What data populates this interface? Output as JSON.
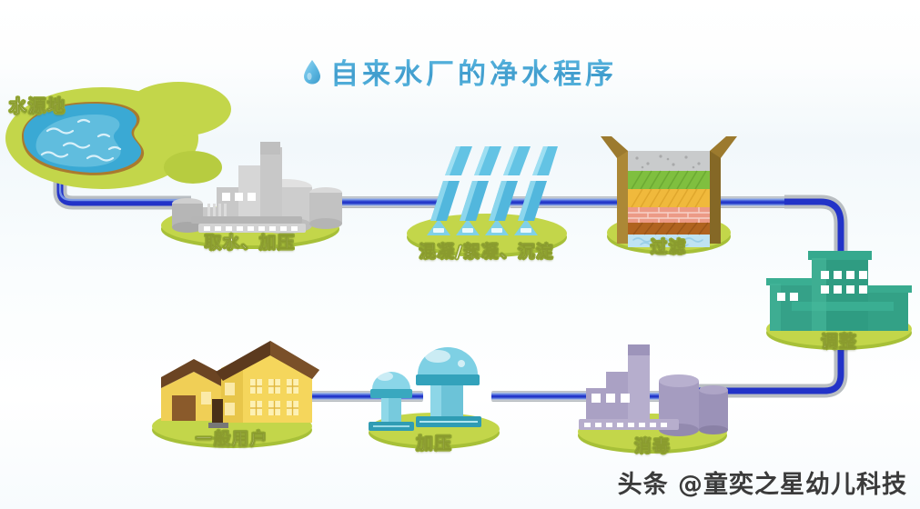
{
  "title": {
    "text": "自来水厂的净水程序",
    "icon": "water-drop-icon",
    "color": "#4aa8d8"
  },
  "watermark": {
    "text": "头条 @童奕之星幼儿科技"
  },
  "diagram": {
    "type": "process-flow",
    "subject": "水厂净水流程",
    "colors": {
      "pipe_water": "#2233c8",
      "pipe_casing": "#b9bec2",
      "platform_green": "#b3cd3f",
      "label_text": "#ffffff",
      "label_outline": "#93a832",
      "title_blue": "#4aa8d8"
    },
    "steps": [
      {
        "id": "source",
        "label": "水源地",
        "order": 1,
        "icon": "lake-icon",
        "color": "#3aa9d4"
      },
      {
        "id": "intake",
        "label": "取水、加压",
        "order": 2,
        "icon": "pump-station-icon",
        "color": "#b9b9b9"
      },
      {
        "id": "coagulation",
        "label": "混凝/絮凝、沉淀",
        "order": 3,
        "icon": "sedimentation-basin-icon",
        "color": "#6cc6e8"
      },
      {
        "id": "filtration",
        "label": "过滤",
        "order": 4,
        "icon": "filter-tank-icon",
        "color": "#9c7a2e"
      },
      {
        "id": "adjustment",
        "label": "调整",
        "order": 5,
        "icon": "treatment-plant-icon",
        "color": "#2f9c82"
      },
      {
        "id": "disinfection",
        "label": "消毒",
        "order": 6,
        "icon": "disinfection-plant-icon",
        "color": "#a59cc0"
      },
      {
        "id": "boosting",
        "label": "加压",
        "order": 7,
        "icon": "water-tower-icon",
        "color": "#6fc9dd"
      },
      {
        "id": "consumer",
        "label": "一般用户",
        "order": 8,
        "icon": "house-icon",
        "color": "#f5d65c"
      }
    ],
    "filter_layers": [
      {
        "name": "gravel",
        "color": "#c9cbcc"
      },
      {
        "name": "green-sand",
        "color": "#7fbf3f"
      },
      {
        "name": "coarse-sand",
        "color": "#f0b93c"
      },
      {
        "name": "brick",
        "color": "#ec9a86"
      },
      {
        "name": "anthracite",
        "color": "#b0631f"
      },
      {
        "name": "water",
        "color": "#bfe3f2"
      }
    ]
  }
}
